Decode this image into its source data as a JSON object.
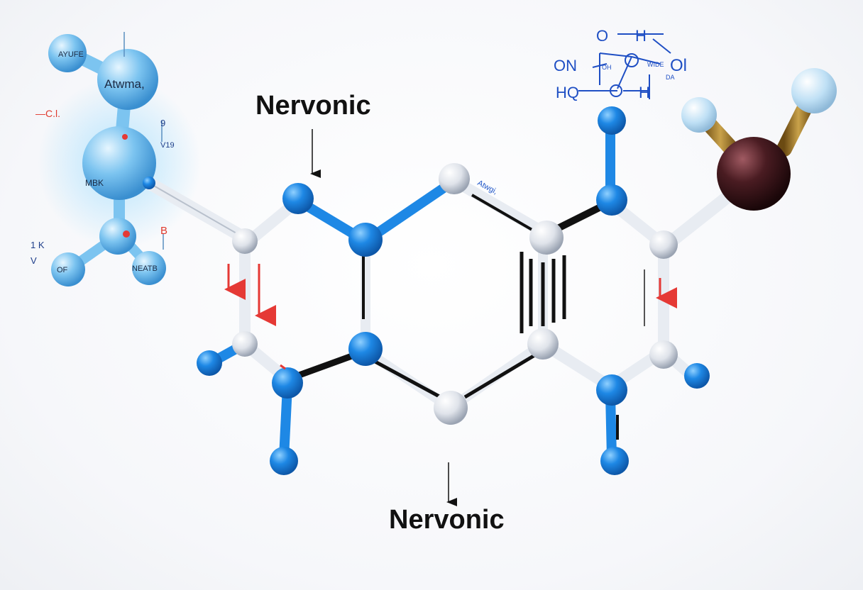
{
  "diagram": {
    "title_top": "Nervonic",
    "title_bottom": "Nervonic"
  },
  "left_molecule": {
    "atom_top_small": "AYUFE",
    "atom_top": "Atwma,",
    "atom_center": "MBK",
    "atom_bottom_left": "OF",
    "atom_bottom_right": "NEATB",
    "label_red_left": "—C.l.",
    "label_red_b": "B",
    "label_dark_k": "1  K",
    "label_dark_v": "V",
    "label_dark_9": "9",
    "label_dark_v19": "V19"
  },
  "ring_label": "Atwgi,",
  "formula": {
    "on": "ON",
    "hq": "HQ",
    "o_top": "O",
    "h_top": "H",
    "ol": "Ol",
    "oh": "OH",
    "wide": "WIDE",
    "da": "DA",
    "h_bottom": "H"
  },
  "colors": {
    "atom_blue": "#1e88e5",
    "atom_white": "#dfe3ea",
    "bond_black": "#111111",
    "arrow_red": "#e53935",
    "formula_blue": "#1f4fc4",
    "dark_atom": "#4a1c22"
  }
}
